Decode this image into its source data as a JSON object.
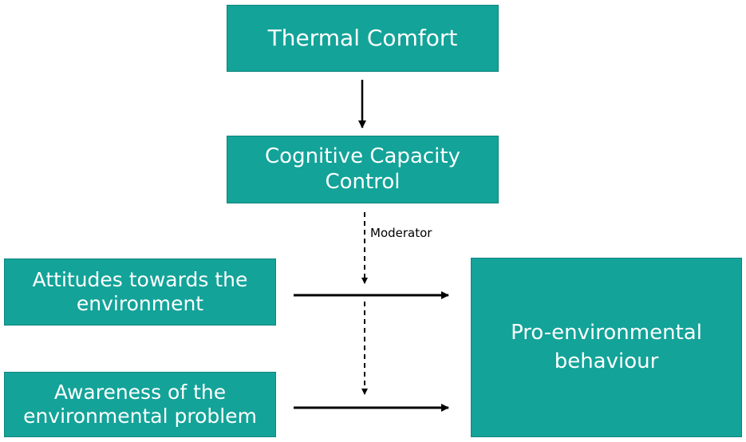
{
  "colors": {
    "box_fill": "#13a399",
    "box_border": "#0f857d",
    "box_text": "#ffffff",
    "arrow": "#000000"
  },
  "nodes": {
    "thermal_comfort": "Thermal Comfort",
    "cognitive_capacity": {
      "line1": "Cognitive Capacity",
      "line2": "Control"
    },
    "attitudes": {
      "line1": "Attitudes towards the",
      "line2": "environment"
    },
    "awareness": {
      "line1": "Awareness of the",
      "line2": "environmental problem"
    },
    "pro_environmental": {
      "line1": "Pro-environmental",
      "line2": "behaviour"
    }
  },
  "edges": {
    "moderator_label": "Moderator"
  }
}
